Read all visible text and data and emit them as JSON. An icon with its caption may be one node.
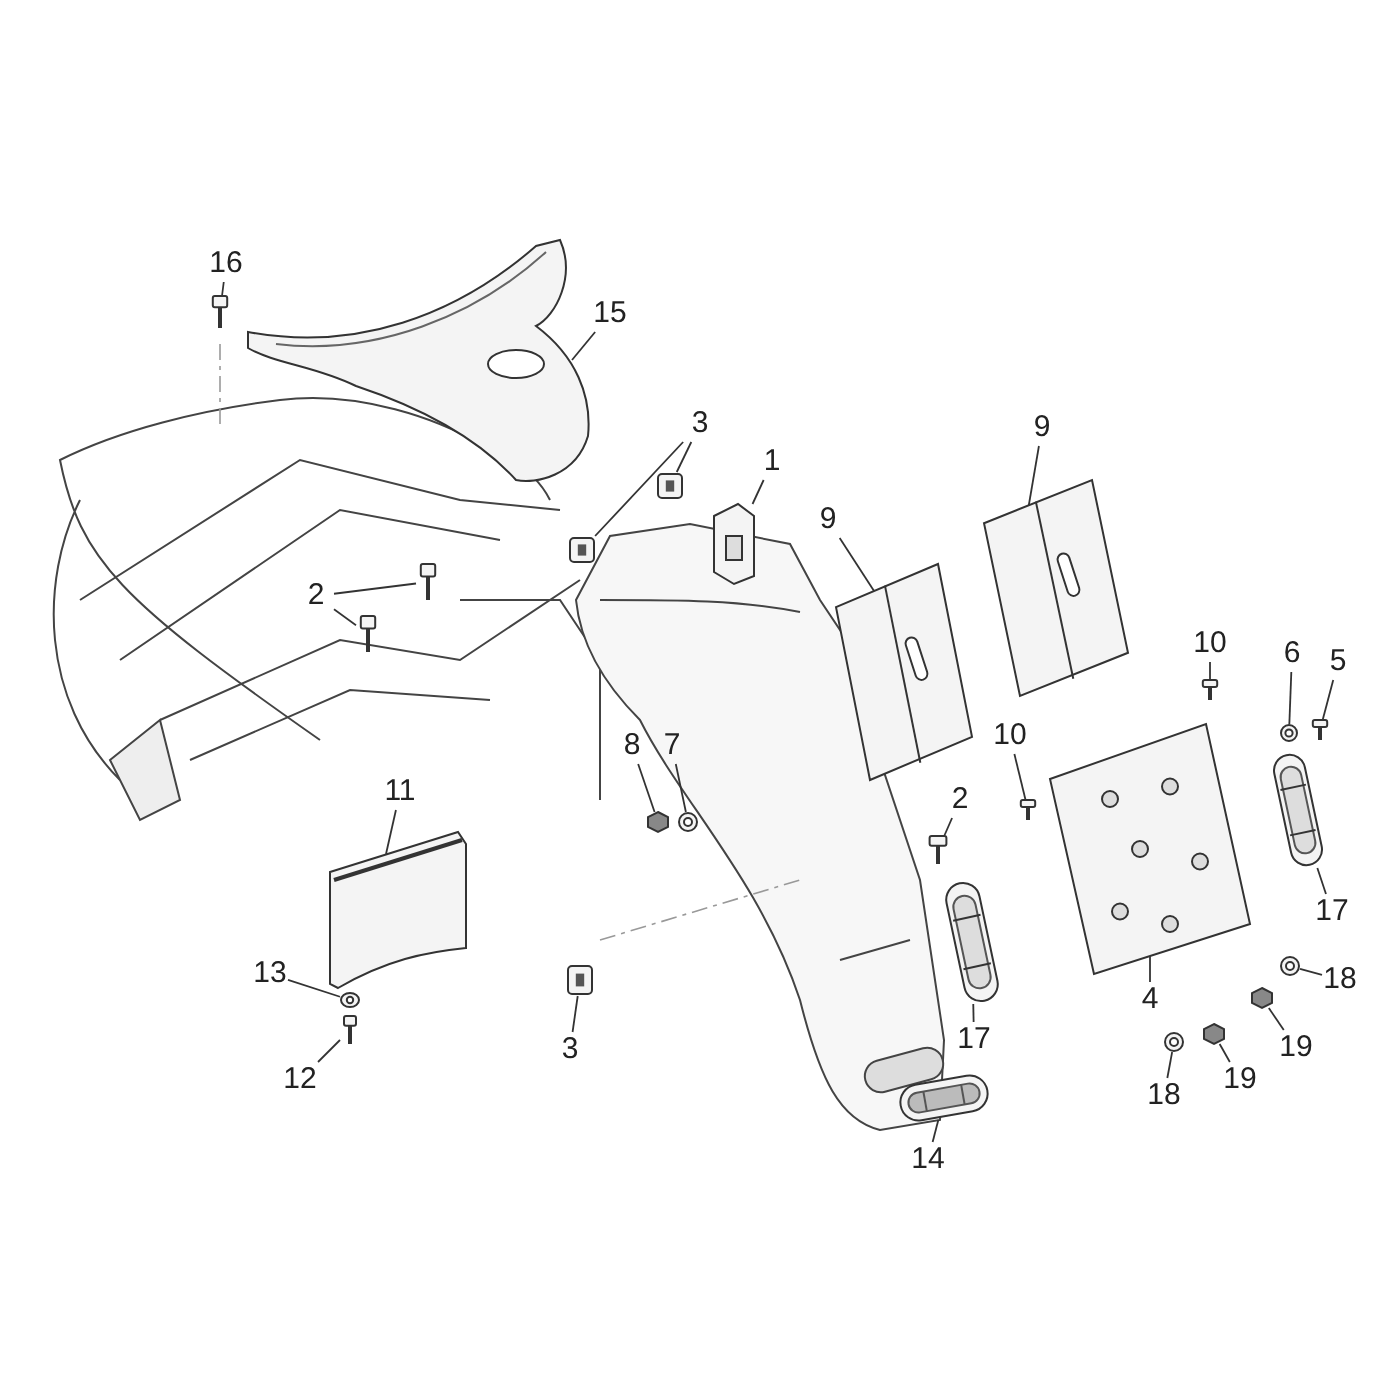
{
  "diagram": {
    "nodes": [
      {
        "text": [
          "16"
        ]
      },
      {
        "text": [],
        "shape": "picture"
      },
      {
        "text": [
          "15"
        ]
      },
      {
        "text": [],
        "shape": "picture"
      },
      {
        "text": [
          "3"
        ]
      },
      {
        "text": [],
        "shape": "picture"
      },
      {
        "text": [],
        "shape": "picture"
      },
      {
        "text": [
          "2"
        ]
      },
      {
        "text": [],
        "shape": "picture"
      },
      {
        "text": [],
        "shape": "picture"
      },
      {
        "text": [
          "1"
        ]
      },
      {
        "text": [],
        "shape": "picture"
      },
      {
        "text": [
          "9"
        ]
      },
      {
        "text": [],
        "shape": "picture"
      },
      {
        "text": [
          "9"
        ]
      },
      {
        "text": [],
        "shape": "picture"
      },
      {
        "text": [
          "10"
        ]
      },
      {
        "text": [],
        "shape": "picture"
      },
      {
        "text": [
          "6"
        ]
      },
      {
        "text": [],
        "shape": "picture"
      },
      {
        "text": [
          "5"
        ]
      },
      {
        "text": [],
        "shape": "picture"
      },
      {
        "text": [
          "10"
        ]
      },
      {
        "text": [],
        "shape": "picture"
      },
      {
        "text": [
          "2"
        ]
      },
      {
        "text": [],
        "shape": "picture"
      },
      {
        "text": [
          "8"
        ]
      },
      {
        "text": [],
        "shape": "hexagon"
      },
      {
        "text": [
          "7"
        ]
      },
      {
        "text": [],
        "shape": "picture"
      },
      {
        "text": [
          "17"
        ]
      },
      {
        "text": [],
        "shape": "picture"
      },
      {
        "text": [
          "4"
        ]
      },
      {
        "text": [],
        "shape": "picture"
      },
      {
        "text": [
          "11"
        ]
      },
      {
        "text": [],
        "shape": "picture"
      },
      {
        "text": [
          "13"
        ]
      },
      {
        "text": [],
        "shape": "picture"
      },
      {
        "text": [
          "12"
        ]
      },
      {
        "text": [],
        "shape": "picture"
      },
      {
        "text": [
          "3"
        ]
      },
      {
        "text": [],
        "shape": "picture"
      },
      {
        "text": [
          "17"
        ]
      },
      {
        "text": [],
        "shape": "picture"
      },
      {
        "text": [
          "18"
        ]
      },
      {
        "text": [],
        "shape": "picture"
      },
      {
        "text": [
          "19"
        ]
      },
      {
        "text": [],
        "shape": "hexagon"
      },
      {
        "text": [
          "19"
        ]
      },
      {
        "text": [],
        "shape": "hexagon"
      },
      {
        "text": [
          "18"
        ]
      },
      {
        "text": [],
        "shape": "picture"
      },
      {
        "text": [
          "14"
        ]
      },
      {
        "text": [],
        "shape": "picture"
      }
    ],
    "edges": [
      {
        "from": 0,
        "to": 1,
        "arrow": "none"
      },
      {
        "from": 2,
        "to": 3,
        "arrow": "none"
      },
      {
        "from": 4,
        "to": 5,
        "arrow": "none"
      },
      {
        "from": 4,
        "to": 6,
        "arrow": "none"
      },
      {
        "from": 7,
        "to": 8,
        "arrow": "none"
      },
      {
        "from": 7,
        "to": 9,
        "arrow": "none"
      },
      {
        "from": 10,
        "to": 11,
        "arrow": "none"
      },
      {
        "from": 12,
        "to": 13,
        "arrow": "none"
      },
      {
        "from": 14,
        "to": 15,
        "arrow": "none"
      },
      {
        "from": 16,
        "to": 17,
        "arrow": "none"
      },
      {
        "from": 18,
        "to": 19,
        "arrow": "none"
      },
      {
        "from": 20,
        "to": 21,
        "arrow": "none"
      },
      {
        "from": 22,
        "to": 23,
        "arrow": "none"
      },
      {
        "from": 24,
        "to": 25,
        "arrow": "none"
      },
      {
        "from": 26,
        "to": 27,
        "arrow": "none"
      },
      {
        "from": 28,
        "to": 29,
        "arrow": "none"
      },
      {
        "from": 30,
        "to": 31,
        "arrow": "none"
      },
      {
        "from": 32,
        "to": 33,
        "arrow": "none"
      },
      {
        "from": 34,
        "to": 35,
        "arrow": "none"
      },
      {
        "from": 36,
        "to": 37,
        "arrow": "none"
      },
      {
        "from": 38,
        "to": 39,
        "arrow": "none"
      },
      {
        "from": 40,
        "to": 41,
        "arrow": "none"
      },
      {
        "from": 42,
        "to": 43,
        "arrow": "none"
      },
      {
        "from": 44,
        "to": 45,
        "arrow": "none"
      },
      {
        "from": 46,
        "to": 47,
        "arrow": "none"
      },
      {
        "from": 48,
        "to": 49,
        "arrow": "none"
      },
      {
        "from": 50,
        "to": 51,
        "arrow": "none"
      },
      {
        "from": 52,
        "to": 53,
        "arrow": "none"
      }
    ]
  }
}
